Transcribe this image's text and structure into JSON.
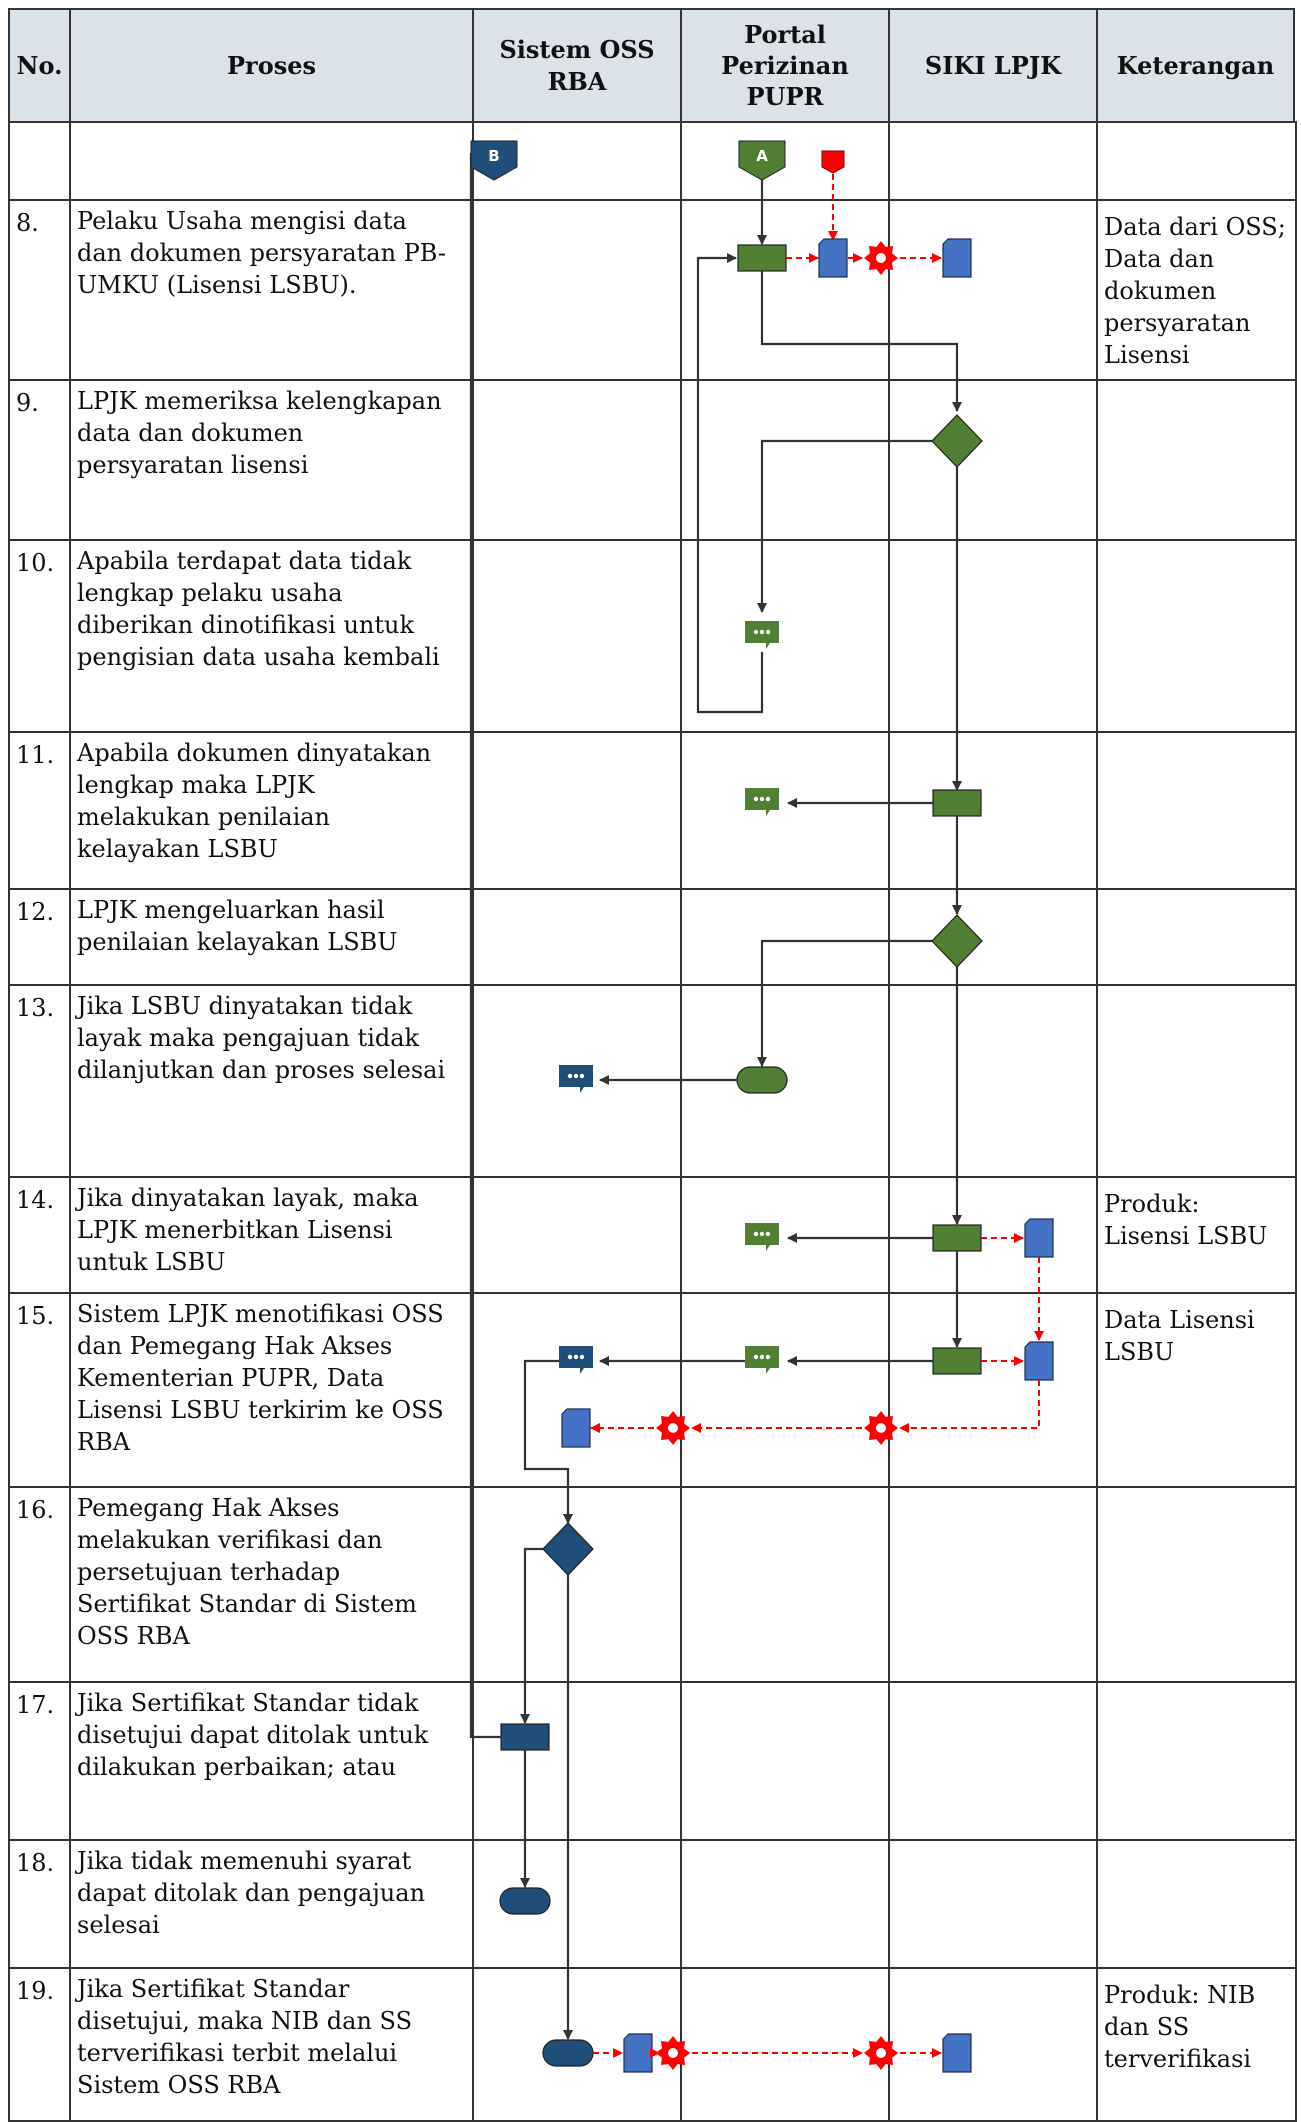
{
  "headers": {
    "no": "No.",
    "proses": "Proses",
    "oss": "Sistem OSS\nRBA",
    "portal": "Portal\nPerizinan\nPUPR",
    "siki": "SIKI LPJK",
    "ket": "Keterangan"
  },
  "connectors": {
    "a": "A",
    "b": "B"
  },
  "rows": [
    {
      "no": "8.",
      "proses": "Pelaku Usaha mengisi data dan dokumen persyaratan PB-UMKU (Lisensi LSBU).",
      "ket": "Data dari OSS; Data dan dokumen persyaratan Lisensi"
    },
    {
      "no": "9.",
      "proses": "LPJK memeriksa kelengkapan data dan dokumen persyaratan lisensi",
      "ket": ""
    },
    {
      "no": "10.",
      "proses": "Apabila terdapat data tidak lengkap pelaku usaha diberikan dinotifikasi untuk pengisian data usaha kembali",
      "ket": ""
    },
    {
      "no": "11.",
      "proses": "Apabila dokumen dinyatakan lengkap maka LPJK melakukan penilaian kelayakan LSBU",
      "ket": ""
    },
    {
      "no": "12.",
      "proses": "LPJK mengeluarkan hasil penilaian kelayakan LSBU",
      "ket": ""
    },
    {
      "no": "13.",
      "proses": "Jika LSBU dinyatakan tidak layak maka pengajuan tidak dilanjutkan dan proses selesai",
      "ket": ""
    },
    {
      "no": "14.",
      "proses": "Jika dinyatakan layak, maka LPJK menerbitkan Lisensi untuk LSBU",
      "ket": "Produk: Lisensi LSBU"
    },
    {
      "no": "15.",
      "proses": "Sistem LPJK menotifikasi OSS dan Pemegang Hak Akses Kementerian PUPR, Data Lisensi LSBU terkirim ke OSS RBA",
      "ket": "Data Lisensi LSBU"
    },
    {
      "no": "16.",
      "proses": "Pemegang Hak Akses melakukan verifikasi dan persetujuan terhadap Sertifikat Standar di Sistem OSS RBA",
      "ket": ""
    },
    {
      "no": "17.",
      "proses": "Jika Sertifikat Standar tidak disetujui dapat ditolak untuk dilakukan perbaikan; atau",
      "ket": ""
    },
    {
      "no": "18.",
      "proses": "Jika tidak memenuhi syarat dapat ditolak dan pengajuan selesai",
      "ket": ""
    },
    {
      "no": "19.",
      "proses": "Jika Sertifikat Standar disetujui, maka NIB dan SS terverifikasi terbit melalui Sistem OSS RBA",
      "ket": "Produk: NIB dan SS terverifikasi"
    }
  ],
  "colors": {
    "green": "#507e32",
    "navy": "#1f4e79",
    "blue": "#4472c4",
    "red": "#ff0000",
    "header_bg": "#dbe2ea"
  }
}
